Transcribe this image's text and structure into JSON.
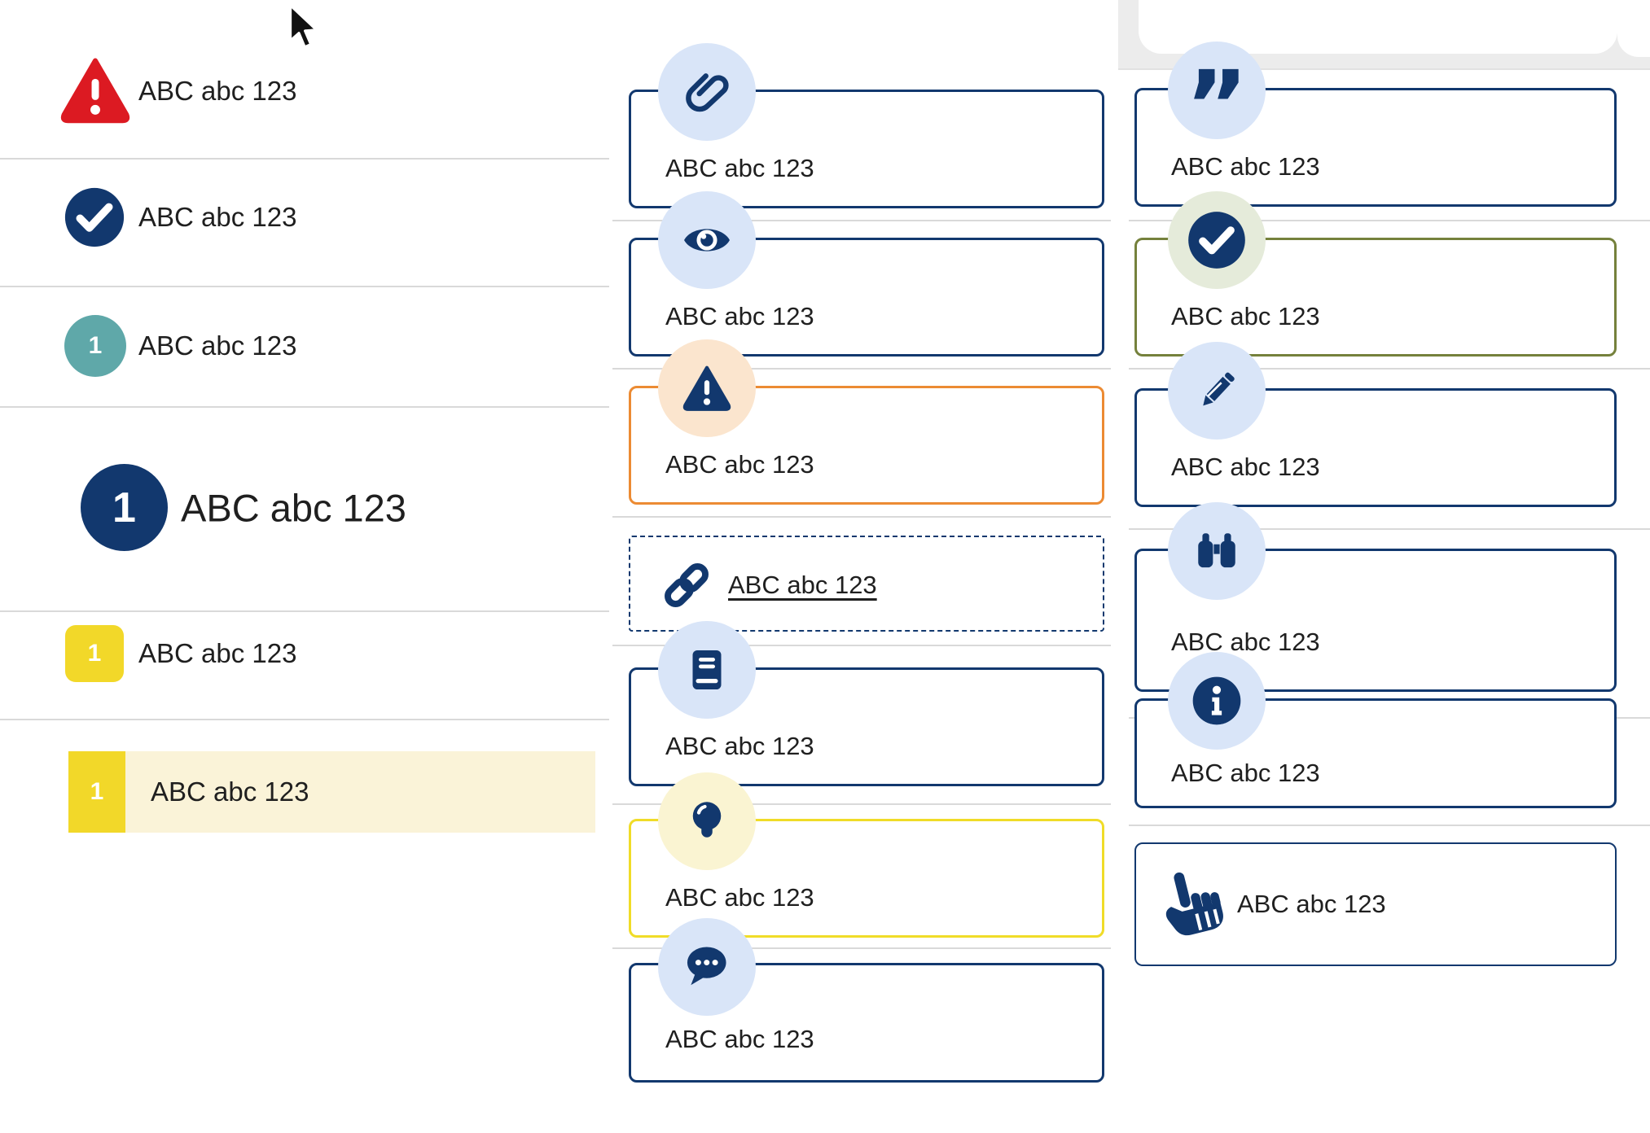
{
  "colors": {
    "navy": "#12386E",
    "light_blue_circle": "#D9E5F8",
    "red": "#DC1A22",
    "teal": "#5FA8A9",
    "yellow_badge": "#F2D829",
    "cream_highlight": "#FAF3D8",
    "yellow_border": "#F0DC28",
    "orange_border": "#EC8B33",
    "peach_circle": "#FBE5CE",
    "olive_border": "#75813C",
    "sage_circle": "#E5EBDA",
    "pale_yellow_circle": "#FAF4D2",
    "divider_grey": "#D9D9D9",
    "tab_grey": "#ECECEC",
    "text": "#1F1F1F"
  },
  "left": {
    "items": [
      {
        "icon": "warning-triangle-icon",
        "label": "ABC abc 123"
      },
      {
        "icon": "check-circle-icon",
        "label": "ABC abc 123"
      },
      {
        "icon": "numbered-circle-teal",
        "badge": "1",
        "label": "ABC abc 123"
      },
      {
        "icon": "numbered-circle-large",
        "badge": "1",
        "label": "ABC abc 123"
      },
      {
        "icon": "numbered-square-yellow",
        "badge": "1",
        "label": "ABC abc 123"
      },
      {
        "icon": "numbered-bar-yellow-highlight",
        "badge": "1",
        "label": "ABC abc 123"
      }
    ]
  },
  "middle": {
    "cards": [
      {
        "icon": "paperclip-icon",
        "style": "navy",
        "label": "ABC abc 123"
      },
      {
        "icon": "eye-icon",
        "style": "navy",
        "label": "ABC abc 123"
      },
      {
        "icon": "warning-triangle-icon",
        "style": "orange",
        "label": "ABC abc 123"
      },
      {
        "icon": "link-icon",
        "style": "dashed-link",
        "label": "ABC abc 123"
      },
      {
        "icon": "book-icon",
        "style": "navy",
        "label": "ABC abc 123"
      },
      {
        "icon": "lightbulb-icon",
        "style": "yellow",
        "label": "ABC abc 123"
      },
      {
        "icon": "chat-bubble-icon",
        "style": "navy",
        "label": "ABC abc 123"
      }
    ]
  },
  "right": {
    "cards": [
      {
        "icon": "quote-icon",
        "style": "navy",
        "label": "ABC abc 123"
      },
      {
        "icon": "check-circle-icon",
        "style": "olive",
        "label": "ABC abc 123"
      },
      {
        "icon": "pencil-icon",
        "style": "navy",
        "label": "ABC abc 123"
      },
      {
        "icon": "binoculars-icon",
        "style": "navy",
        "label": "ABC abc 123"
      },
      {
        "icon": "info-icon",
        "style": "navy",
        "label": "ABC abc 123"
      },
      {
        "icon": "pointing-hand-icon",
        "style": "navy-thin",
        "label": "ABC abc 123"
      }
    ]
  }
}
